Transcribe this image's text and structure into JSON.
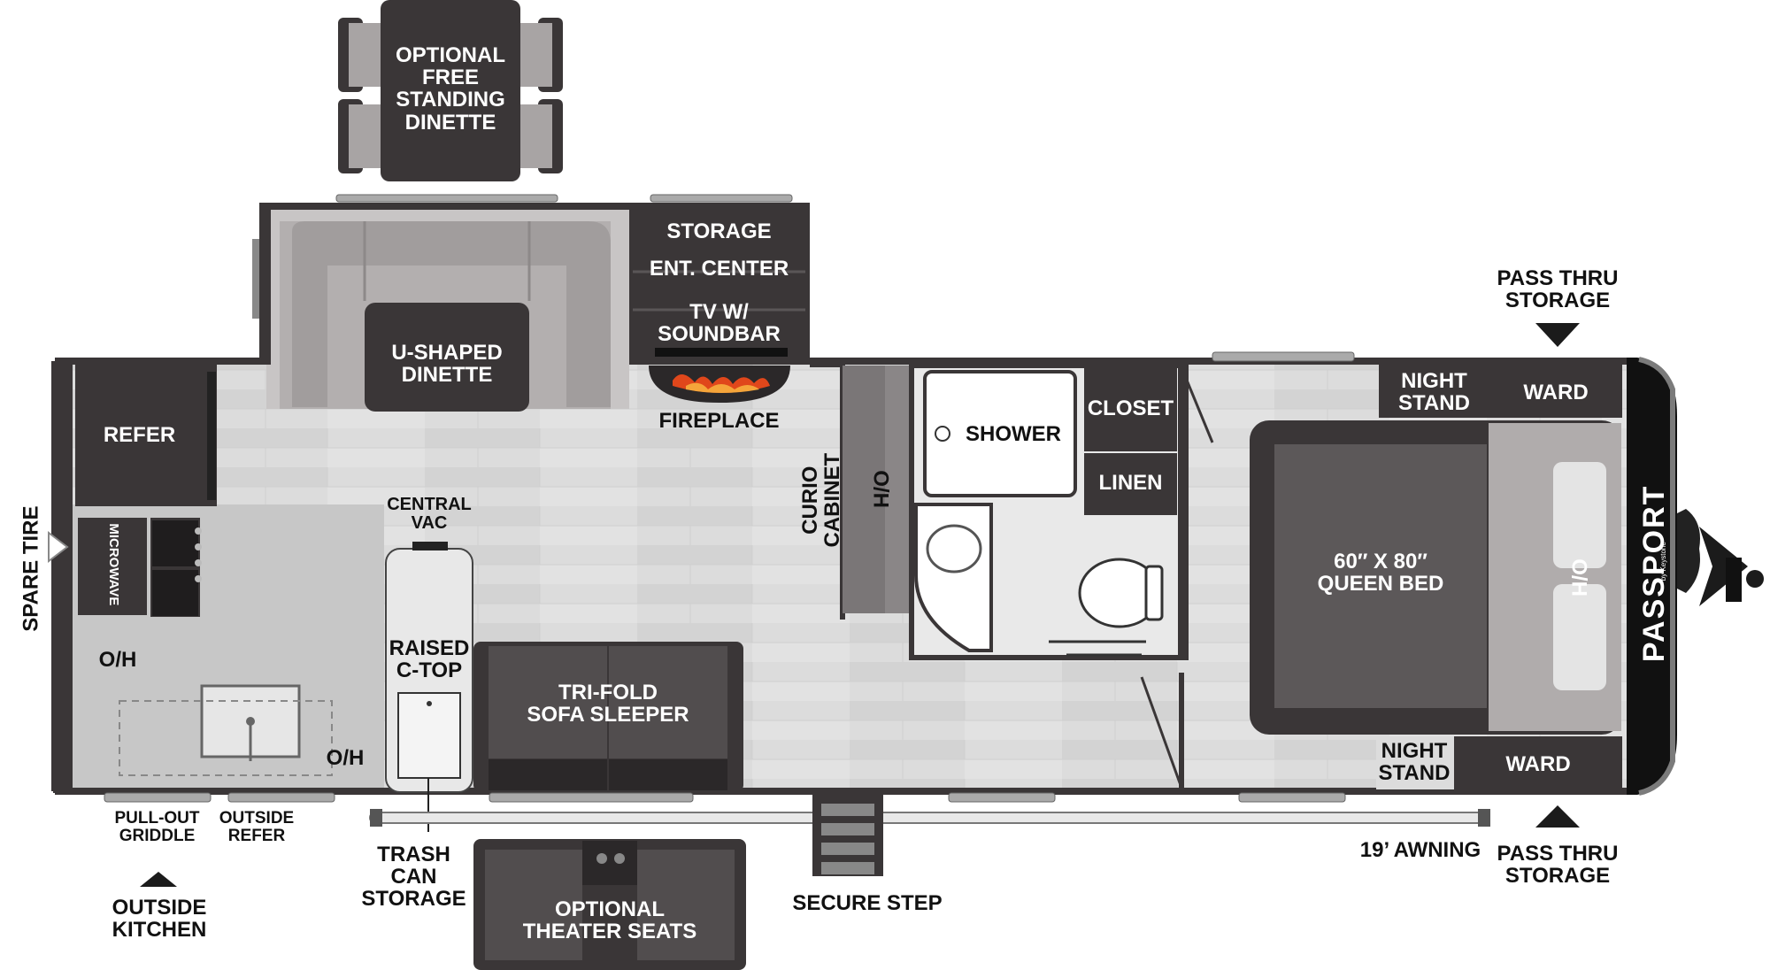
{
  "brand": "PASSPORT",
  "brand_sub": "by Keystone",
  "labels": {
    "optional_dinette": "OPTIONAL\nFREE\nSTANDING\nDINETTE",
    "storage": "STORAGE",
    "ent_center": "ENT. CENTER",
    "tv_soundbar": "TV W/\nSOUNDBAR",
    "u_dinette": "U-SHAPED\nDINETTE",
    "fireplace": "FIREPLACE",
    "refer": "REFER",
    "spare_tire": "SPARE TIRE",
    "microwave": "MICROWAVE",
    "oh_kitchen": "O/H",
    "oh_sink": "O/H",
    "central_vac": "CENTRAL\nVAC",
    "raised_ctop": "RAISED\nC-TOP",
    "trifold": "TRI-FOLD\nSOFA SLEEPER",
    "curio": "CURIO CABINET",
    "oh_curio": "O/H",
    "shower": "SHOWER",
    "closet": "CLOSET",
    "linen": "LINEN",
    "queen_bed": "60″ X 80″\nQUEEN BED",
    "night_stand_top": "NIGHT\nSTAND",
    "night_stand_bottom": "NIGHT\nSTAND",
    "ward_top": "WARD",
    "ward_bottom": "WARD",
    "oh_bed": "O/H",
    "pass_thru_top": "PASS THRU\nSTORAGE",
    "pass_thru_bottom": "PASS THRU\nSTORAGE",
    "pullout_griddle": "PULL-OUT\nGRIDDLE",
    "outside_refer": "OUTSIDE\nREFER",
    "outside_kitchen": "OUTSIDE\nKITCHEN",
    "trash_can": "TRASH\nCAN\nSTORAGE",
    "optional_theater": "OPTIONAL\nTHEATER SEATS",
    "secure_step": "SECURE STEP",
    "awning": "19’ AWNING"
  },
  "colors": {
    "dark": "#3a3637",
    "floor": "#d9d9d9",
    "sofa_gray": "#a8a4a4",
    "bed_gray": "#5c5859",
    "fire": "#e0471b"
  }
}
